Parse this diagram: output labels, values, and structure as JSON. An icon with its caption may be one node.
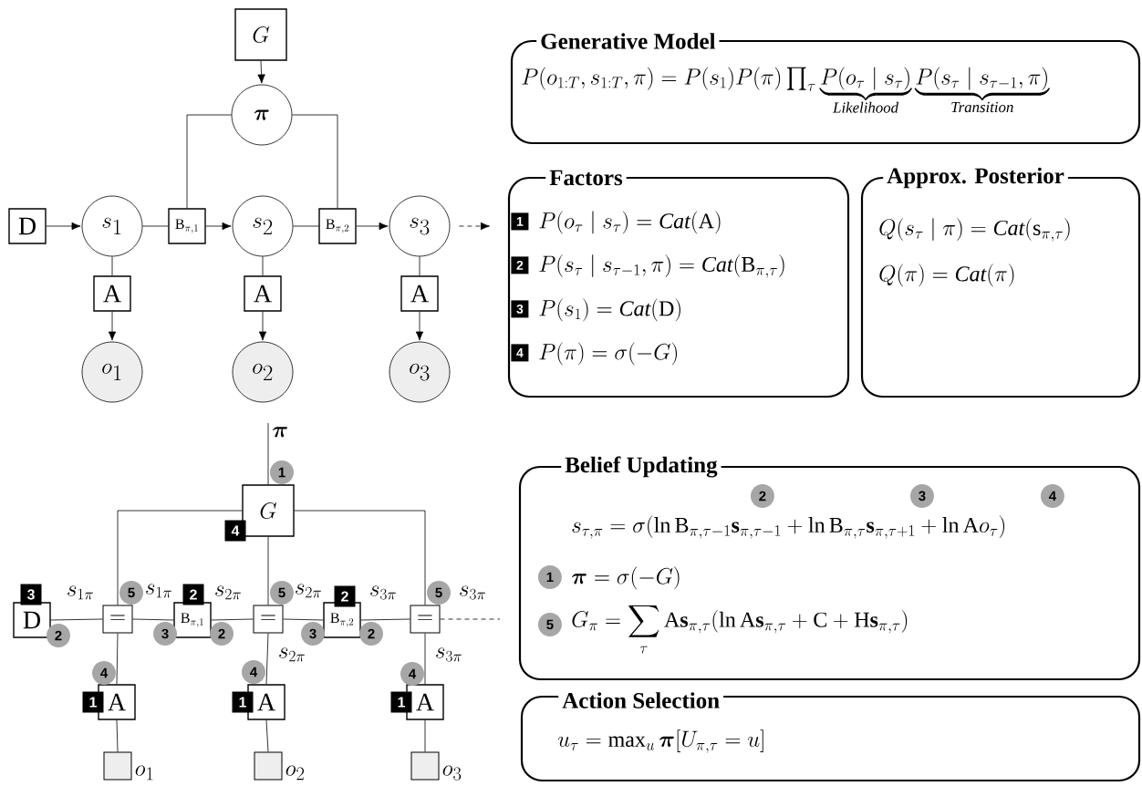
{
  "diagram": {
    "nodes": [
      {
        "text": [
          "G"
        ]
      },
      {
        "text": [
          "\\pi"
        ]
      },
      {
        "text": [
          "\\mathrm{D}"
        ]
      },
      {
        "text": [
          "s_1"
        ]
      },
      {
        "text": [
          "\\mathrm{B}_{\\pi,1}"
        ]
      },
      {
        "text": [
          "s_2"
        ]
      },
      {
        "text": [
          "\\mathrm{B}_{\\pi,2}"
        ]
      },
      {
        "text": [
          "s_3"
        ]
      },
      {
        "text": [
          "\\mathrm{A}"
        ]
      },
      {
        "text": [
          "\\mathrm{A}"
        ]
      },
      {
        "text": [
          "\\mathrm{A}"
        ]
      },
      {
        "text": [
          "o_1"
        ]
      },
      {
        "text": [
          "o_2"
        ]
      },
      {
        "text": [
          "o_3"
        ]
      },
      {
        "text": [
          "Generative Model",
          "P(o_{1:T},s_{1:T},\\pi)=P(s_1)P(\\pi)\\prod_\\tau\\underbrace{P(o_\\tau\\mid s_\\tau)}_{\\textit{Likelihood}}\\underbrace{P(s_\\tau\\mid s_{\\tau-1},\\pi)}_{\\textit{Transition}}"
        ]
      },
      {
        "text": [
          "Factors",
          "P(o_\\tau\\mid s_\\tau)=\\mathit{Cat}(\\mathrm{A})",
          "P(s_\\tau\\mid s_{\\tau-1},\\pi)=\\mathit{Cat}(\\mathrm{B}_{\\pi,\\tau})",
          "P(s_1)=\\mathit{Cat}(\\mathrm{D})",
          "P(\\pi)=\\sigma(-G)"
        ]
      },
      {
        "text": [
          "1"
        ],
        "in": 15
      },
      {
        "text": [
          "2"
        ],
        "in": 15
      },
      {
        "text": [
          "3"
        ],
        "in": 15
      },
      {
        "text": [
          "4"
        ],
        "in": 15
      },
      {
        "text": [
          "Approx. Posterior",
          "Q(s_\\tau\\mid\\pi)=\\mathit{Cat}(\\mathrm{s}_{\\pi,\\tau})",
          "Q(\\pi)=\\mathit{Cat}(\\pi)"
        ]
      },
      {
        "text": [
          "\\pi"
        ]
      },
      {
        "text": [
          "G"
        ]
      },
      {
        "text": [
          "\\mathrm{D}"
        ]
      },
      {
        "text": [
          "="
        ]
      },
      {
        "text": [
          "\\mathrm{B}_{\\pi,1}"
        ]
      },
      {
        "text": [
          "="
        ]
      },
      {
        "text": [
          "\\mathrm{B}_{\\pi,2}"
        ]
      },
      {
        "text": [
          "="
        ]
      },
      {
        "text": [
          "\\mathrm{A}"
        ]
      },
      {
        "text": [
          "\\mathrm{A}"
        ]
      },
      {
        "text": [
          "\\mathrm{A}"
        ]
      },
      {
        "text": [],
        "shape": "box",
        "beside": [
          "o_1"
        ]
      },
      {
        "text": [],
        "shape": "box",
        "beside": [
          "o_2"
        ]
      },
      {
        "text": [],
        "shape": "box",
        "beside": [
          "o_3"
        ]
      },
      {
        "text": [
          "Belief Updating",
          "s_{\\tau,\\pi}=\\sigma(\\ln\\mathrm{B}_{\\pi,\\tau-1}\\mathbf{s}_{\\pi,\\tau-1}+\\ln\\mathrm{B}_{\\pi,\\tau}\\mathbf{s}_{\\pi,\\tau+1}+\\ln\\mathrm{A}o_\\tau)",
          "\\boldsymbol{\\pi}=\\sigma(-G)",
          "G_\\pi=\\sum_\\tau\\mathrm{A}\\mathbf{s}_{\\pi,\\tau}(\\ln\\mathrm{A}\\mathbf{s}_{\\pi,\\tau}+\\mathrm{C}+\\mathrm{H}\\mathbf{s}_{\\pi,\\tau})"
        ]
      },
      {
        "text": [
          "2"
        ],
        "in": 35
      },
      {
        "text": [
          "3"
        ],
        "in": 35
      },
      {
        "text": [
          "4"
        ],
        "in": 35
      },
      {
        "text": [
          "1"
        ],
        "in": 35
      },
      {
        "text": [
          "5"
        ],
        "in": 35
      },
      {
        "text": [
          "Action Selection",
          "u_\\tau=\\max_u\\boldsymbol{\\pi}[U_{\\pi,\\tau}=u]"
        ]
      },
      {
        "text": [
          "1"
        ]
      },
      {
        "text": [
          "5"
        ]
      },
      {
        "text": [
          "5"
        ]
      },
      {
        "text": [
          "5"
        ]
      },
      {
        "text": [
          "3"
        ]
      },
      {
        "text": [
          "2"
        ]
      },
      {
        "text": [
          "2"
        ]
      },
      {
        "text": [
          "3"
        ]
      },
      {
        "text": [
          "2"
        ]
      },
      {
        "text": [
          "4"
        ]
      },
      {
        "text": [
          "4"
        ]
      },
      {
        "text": [
          "4"
        ]
      }
    ],
    "edges": [
      {
        "from": 0,
        "to": 1,
        "arrow": "to"
      },
      {
        "from": 1,
        "to": 4,
        "arrow": "none"
      },
      {
        "from": 1,
        "to": 6,
        "arrow": "none"
      },
      {
        "from": 2,
        "to": 3,
        "arrow": "to"
      },
      {
        "from": 3,
        "to": 4,
        "arrow": "none"
      },
      {
        "from": 4,
        "to": 5,
        "arrow": "to"
      },
      {
        "from": 5,
        "to": 6,
        "arrow": "none"
      },
      {
        "from": 6,
        "to": 7,
        "arrow": "to"
      },
      {
        "from": 7,
        "to": null,
        "arrow": "to",
        "style": "dashed"
      },
      {
        "from": 3,
        "to": 8,
        "arrow": "none"
      },
      {
        "from": 8,
        "to": 11,
        "arrow": "to"
      },
      {
        "from": 5,
        "to": 9,
        "arrow": "none"
      },
      {
        "from": 9,
        "to": 12,
        "arrow": "to"
      },
      {
        "from": 7,
        "to": 10,
        "arrow": "none"
      },
      {
        "from": 10,
        "to": 13,
        "arrow": "to"
      },
      {
        "from": 21,
        "to": 22,
        "arrow": "none"
      },
      {
        "from": 22,
        "to": 24,
        "arrow": "none"
      },
      {
        "from": 22,
        "to": 26,
        "arrow": "none"
      },
      {
        "from": 22,
        "to": 28,
        "arrow": "none"
      },
      {
        "from": 23,
        "to": 24,
        "arrow": "none",
        "label": "s_{1\\pi}"
      },
      {
        "from": 24,
        "to": 25,
        "arrow": "none",
        "label": "s_{1\\pi}"
      },
      {
        "from": 25,
        "to": 26,
        "arrow": "none",
        "label": "s_{2\\pi}"
      },
      {
        "from": 26,
        "to": 27,
        "arrow": "none",
        "label": "s_{2\\pi}"
      },
      {
        "from": 27,
        "to": 28,
        "arrow": "none",
        "label": "s_{3\\pi}"
      },
      {
        "from": 28,
        "to": null,
        "arrow": "none",
        "style": "dashed",
        "label": "s_{3\\pi}"
      },
      {
        "from": 24,
        "to": 29,
        "arrow": "none"
      },
      {
        "from": 26,
        "to": 30,
        "arrow": "none",
        "label": "s_{2\\pi}"
      },
      {
        "from": 28,
        "to": 31,
        "arrow": "none",
        "label": "s_{3\\pi}"
      },
      {
        "from": 29,
        "to": 32,
        "arrow": "none"
      },
      {
        "from": 30,
        "to": 33,
        "arrow": "none"
      },
      {
        "from": 31,
        "to": 34,
        "arrow": "none"
      }
    ],
    "labels": [
      "4",
      "3",
      "2",
      "2",
      "1",
      "1",
      "1"
    ]
  }
}
